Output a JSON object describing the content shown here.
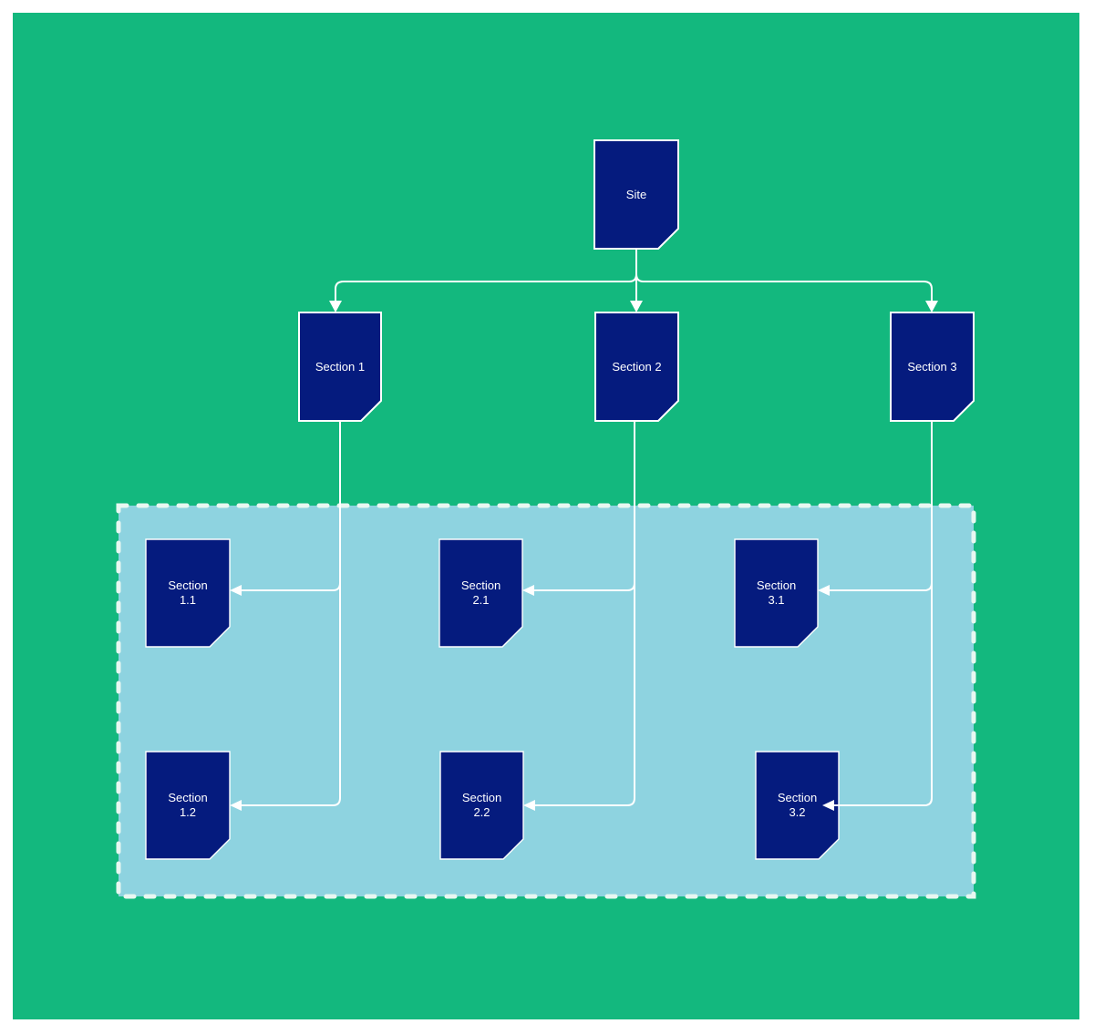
{
  "diagram": {
    "type": "site-map-flowchart",
    "nodes": {
      "site": {
        "label": "Site"
      },
      "section1": {
        "label": "Section 1"
      },
      "section2": {
        "label": "Section 2"
      },
      "section3": {
        "label": "Section 3"
      },
      "section11": {
        "label": "Section 1.1",
        "lines": [
          "Section",
          "1.1"
        ]
      },
      "section21": {
        "label": "Section 2.1",
        "lines": [
          "Section",
          "2.1"
        ]
      },
      "section31": {
        "label": "Section 3.1",
        "lines": [
          "Section",
          "3.1"
        ]
      },
      "section12": {
        "label": "Section 1.2",
        "lines": [
          "Section",
          "1.2"
        ]
      },
      "section22": {
        "label": "Section 2.2",
        "lines": [
          "Section",
          "2.2"
        ]
      },
      "section32": {
        "label": "Section 3.2",
        "lines": [
          "Section",
          "3.2"
        ]
      }
    },
    "edges": [
      {
        "from": "Site",
        "to": "Section 1"
      },
      {
        "from": "Site",
        "to": "Section 2"
      },
      {
        "from": "Site",
        "to": "Section 3"
      },
      {
        "from": "Section 1",
        "to": "Section 1.1"
      },
      {
        "from": "Section 1",
        "to": "Section 1.2"
      },
      {
        "from": "Section 2",
        "to": "Section 2.1"
      },
      {
        "from": "Section 2",
        "to": "Section 2.2"
      },
      {
        "from": "Section 3",
        "to": "Section 3.1"
      },
      {
        "from": "Section 3",
        "to": "Section 3.2"
      }
    ]
  },
  "colors": {
    "page_background": "#ffffff",
    "canvas_green": "#13b87e",
    "node_fill": "#051b7e",
    "node_border": "#ffffff",
    "node_text": "#ffffff",
    "container_fill": "#8ed3e0",
    "container_border": "#e8f7f1",
    "connector": "#ffffff"
  }
}
